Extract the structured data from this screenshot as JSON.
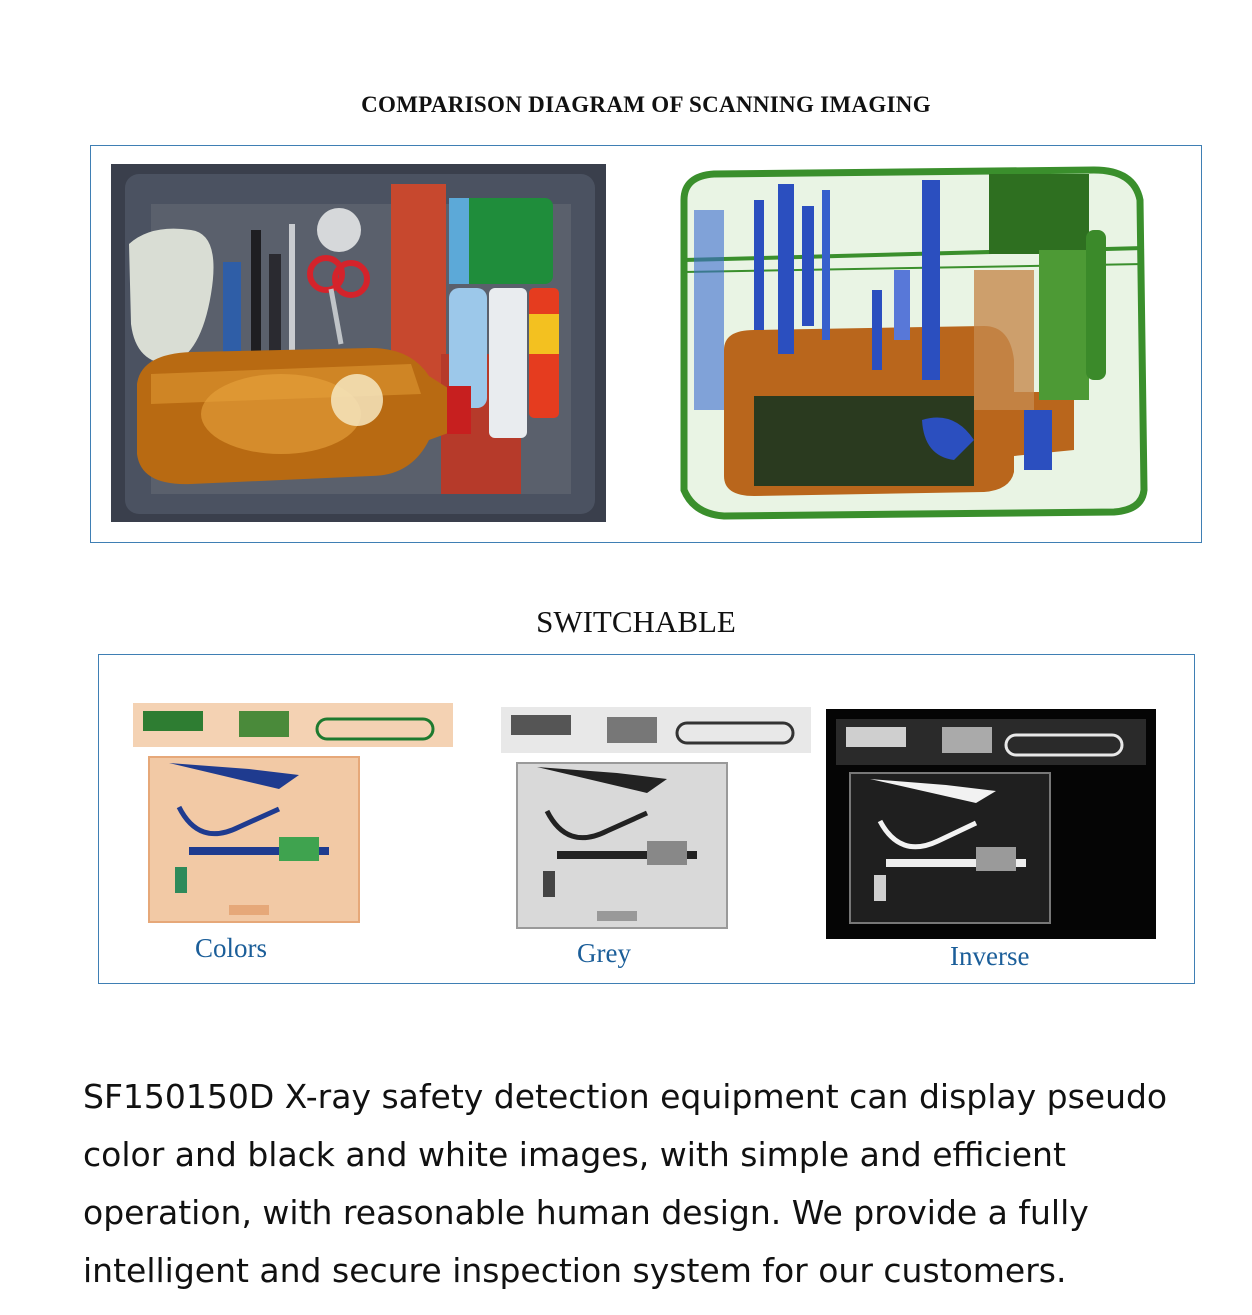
{
  "headings": {
    "comparison": "COMPARISON DIAGRAM OF SCANNING IMAGING",
    "switchable": "SWITCHABLE"
  },
  "modes": {
    "colors": "Colors",
    "grey": "Grey",
    "inverse": "Inverse"
  },
  "description": "SF150150D X-ray safety detection equipment can display pseudo color and black and white images, with simple and efficient operation, with reasonable human design. We provide a fully intelligent and secure inspection system for our customers.",
  "colors": {
    "border": "#3f7fb4",
    "caption": "#1b5e99"
  }
}
